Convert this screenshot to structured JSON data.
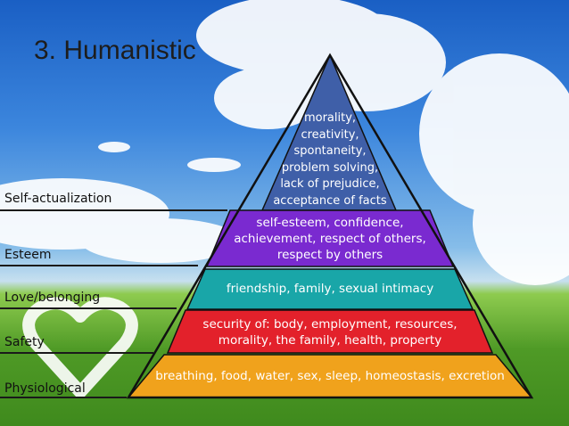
{
  "title": "3. Humanistic",
  "tiers": [
    {
      "label": "Self-actualization",
      "color": "#3f5fa8",
      "lines": [
        "morality,",
        "creativity,",
        "spontaneity,",
        "problem solving,",
        "lack of prejudice,",
        "acceptance of facts"
      ]
    },
    {
      "label": "Esteem",
      "color": "#7a2ad0",
      "lines": [
        "self-esteem, confidence,",
        "achievement, respect of others,",
        "respect by others"
      ]
    },
    {
      "label": "Love/belonging",
      "color": "#19a6a8",
      "lines": [
        "friendship, family, sexual intimacy"
      ]
    },
    {
      "label": "Safety",
      "color": "#e3212b",
      "lines": [
        "security of: body, employment, resources,",
        "morality, the family, health, property"
      ]
    },
    {
      "label": "Physiological",
      "color": "#f0a21c",
      "lines": [
        "breathing, food, water, sex, sleep, homeostasis, excretion"
      ]
    }
  ],
  "colors": {
    "outline": "#111111",
    "label_rule": "#1a1a1a",
    "title_text": "#1d1d1d"
  },
  "icons": {
    "recycle_heart": "recycle-heart-icon"
  }
}
